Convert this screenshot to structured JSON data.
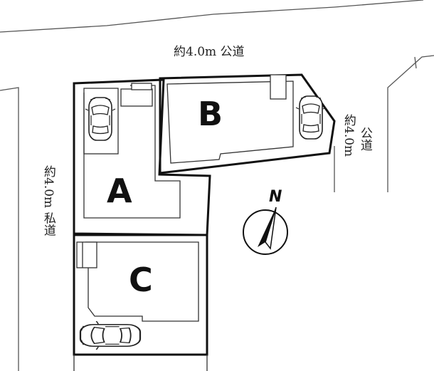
{
  "roads": {
    "top": "約4.0m 公道",
    "right_line1": "約4.0m",
    "right_line2": "公道",
    "left": "約4.0m 私道"
  },
  "lots": {
    "a": "A",
    "b": "B",
    "c": "C"
  },
  "compass": {
    "label": "N",
    "icon": "north-arrow-icon"
  },
  "parked_car_icon": "car-icon",
  "colors": {
    "lot_line": "#111111",
    "road_edge": "#555555",
    "background": "#ffffff"
  }
}
